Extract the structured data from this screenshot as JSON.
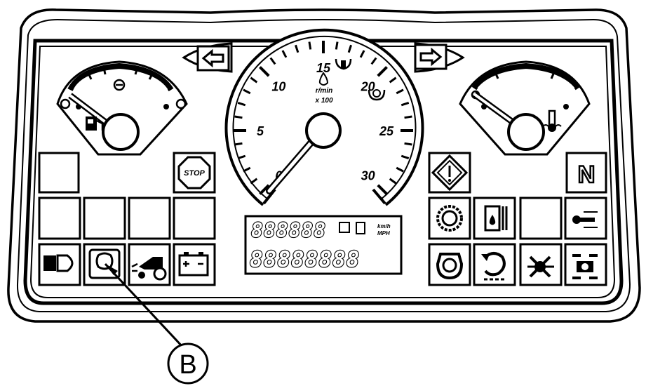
{
  "tachometer": {
    "tick_labels": [
      "0",
      "5",
      "10",
      "15",
      "20",
      "25",
      "30"
    ],
    "unit_top": "r/min",
    "unit_bottom": "x 100"
  },
  "display": {
    "digits_top": "888888",
    "digits_bottom": "88888888",
    "unit_upper": "km/h",
    "unit_lower": "MPH"
  },
  "indicators": {
    "stop": "STOP",
    "neutral": "N"
  },
  "callout": {
    "label": "B"
  },
  "icons": {
    "left_column_row2": [
      "headlight-icon",
      "engine-oil-pressure-icon",
      "tractor-parking-icon",
      "battery-icon"
    ],
    "right_column_row1": [
      "air-filter-icon",
      "fuel-filter-icon",
      "",
      "coolant-temperature-icon"
    ],
    "right_column_row2": [
      "transmission-oil-icon",
      "pto-icon",
      "differential-lock-icon",
      "mfwd-icon"
    ]
  }
}
